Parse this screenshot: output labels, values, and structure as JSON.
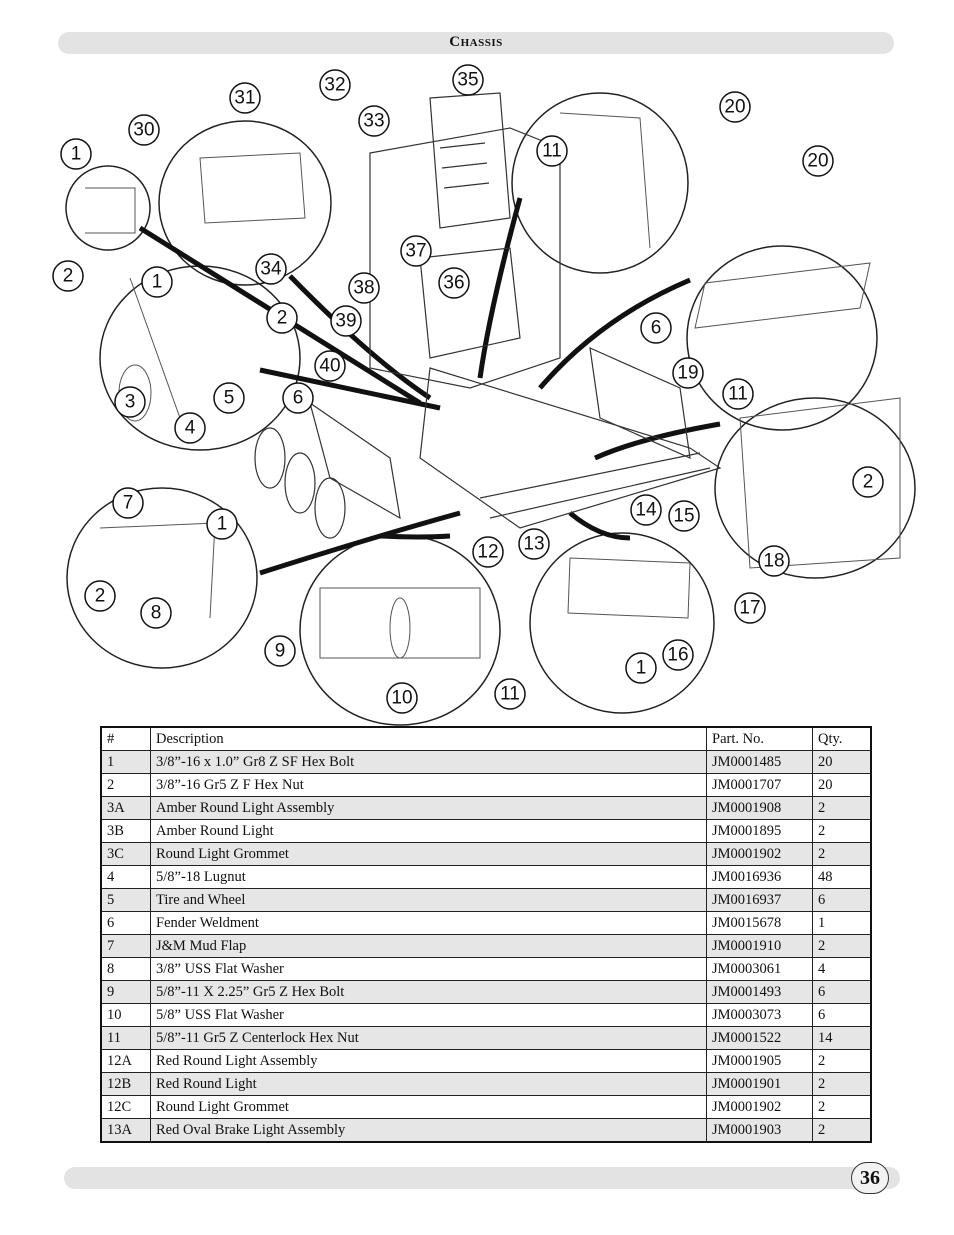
{
  "header": {
    "title": "Chassis"
  },
  "diagram": {
    "callouts": [
      "1",
      "2",
      "3",
      "4",
      "5",
      "6",
      "7",
      "8",
      "9",
      "10",
      "11",
      "12",
      "13",
      "14",
      "15",
      "16",
      "17",
      "18",
      "19",
      "20",
      "30",
      "31",
      "32",
      "33",
      "34",
      "35",
      "36",
      "37",
      "38",
      "39",
      "40"
    ]
  },
  "table": {
    "headers": [
      "#",
      "Description",
      "Part. No.",
      "Qty."
    ],
    "rows": [
      [
        "1",
        "3/8”-16 x 1.0” Gr8 Z SF Hex Bolt",
        "JM0001485",
        "20"
      ],
      [
        "2",
        "3/8”-16 Gr5 Z F Hex Nut",
        "JM0001707",
        "20"
      ],
      [
        "3A",
        "Amber Round Light Assembly",
        "JM0001908",
        "2"
      ],
      [
        "3B",
        "Amber Round Light",
        "JM0001895",
        "2"
      ],
      [
        "3C",
        "Round Light Grommet",
        "JM0001902",
        "2"
      ],
      [
        "4",
        "5/8”-18 Lugnut",
        "JM0016936",
        "48"
      ],
      [
        "5",
        "Tire and Wheel",
        "JM0016937",
        "6"
      ],
      [
        "6",
        "Fender Weldment",
        "JM0015678",
        "1"
      ],
      [
        "7",
        "J&M Mud Flap",
        "JM0001910",
        "2"
      ],
      [
        "8",
        "3/8” USS Flat Washer",
        "JM0003061",
        "4"
      ],
      [
        "9",
        "5/8”-11 X 2.25” Gr5 Z Hex Bolt",
        "JM0001493",
        "6"
      ],
      [
        "10",
        "5/8” USS Flat Washer",
        "JM0003073",
        "6"
      ],
      [
        "11",
        "5/8”-11 Gr5 Z Centerlock Hex Nut",
        "JM0001522",
        "14"
      ],
      [
        "12A",
        "Red Round Light Assembly",
        "JM0001905",
        "2"
      ],
      [
        "12B",
        "Red Round Light",
        "JM0001901",
        "2"
      ],
      [
        "12C",
        "Round Light Grommet",
        "JM0001902",
        "2"
      ],
      [
        "13A",
        "Red Oval Brake Light Assembly",
        "JM0001903",
        "2"
      ]
    ]
  },
  "footer": {
    "page_number": "36"
  }
}
